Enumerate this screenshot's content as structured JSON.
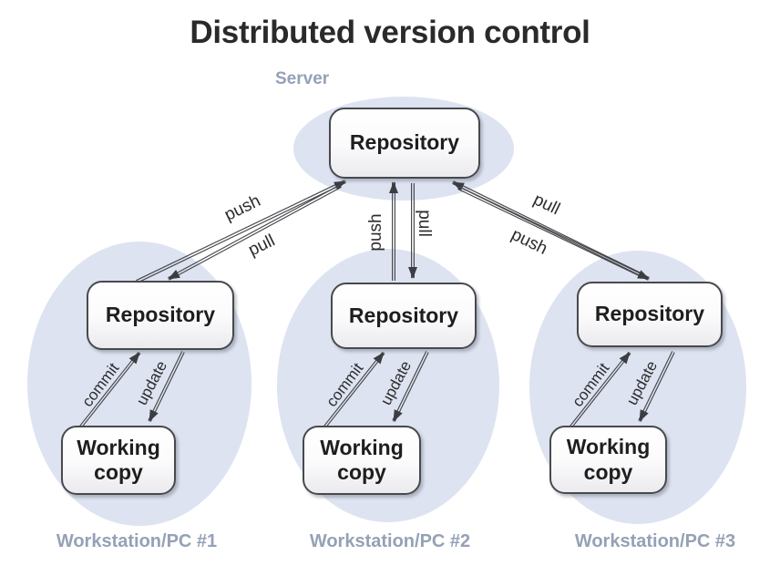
{
  "title": "Distributed version control",
  "server": {
    "label": "Server",
    "repository": "Repository"
  },
  "workstations": [
    {
      "caption": "Workstation/PC #1",
      "repository": "Repository",
      "working_copy": "Working copy"
    },
    {
      "caption": "Workstation/PC #2",
      "repository": "Repository",
      "working_copy": "Working copy"
    },
    {
      "caption": "Workstation/PC #3",
      "repository": "Repository",
      "working_copy": "Working copy"
    }
  ],
  "arrows": {
    "server_left": {
      "to_server": "push",
      "to_workstation": "pull"
    },
    "server_middle": {
      "to_server": "push",
      "to_workstation": "pull"
    },
    "server_right": {
      "to_server": "push",
      "to_workstation": "pull"
    },
    "local": {
      "to_repository": "commit",
      "to_working_copy": "update"
    }
  },
  "colors": {
    "background": "#ffffff",
    "ellipse_fill": "#dde3f0",
    "line": "#45464a",
    "muted_label": "#95a1b6",
    "box_border": "#48494c",
    "box_text": "#1e1e1e"
  }
}
